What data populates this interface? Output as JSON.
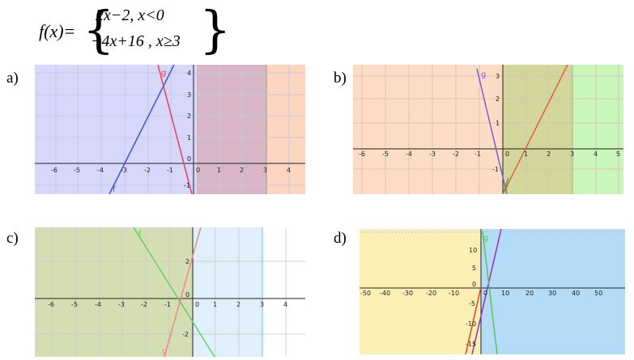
{
  "formula": {
    "lhs": "f(x)=",
    "case1": "2x−2, x<0",
    "case2": "−4x+16 , x≥3"
  },
  "panels": [
    {
      "label": "a)",
      "x_ticks": [
        "-6",
        "-5",
        "-4",
        "-3",
        "-2",
        "-1",
        "0",
        "1",
        "2",
        "3",
        "4"
      ],
      "y_ticks": [
        "4",
        "3",
        "2",
        "1",
        "0",
        "-1"
      ],
      "line_labels": [
        "g",
        "f"
      ],
      "region_colors": [
        "#d7d7fb",
        "#d8b6c8",
        "#fbd5bd"
      ]
    },
    {
      "label": "b)",
      "x_ticks": [
        "-6",
        "-5",
        "-4",
        "-3",
        "-2",
        "-1",
        "0",
        "1",
        "2",
        "3",
        "4",
        "5"
      ],
      "y_ticks": [
        "3",
        "2",
        "1",
        "-1"
      ],
      "line_labels": [
        "g",
        "f"
      ],
      "region_colors": [
        "#fddcc6",
        "#d2d69b",
        "#c9f7ba"
      ]
    },
    {
      "label": "c)",
      "x_ticks": [
        "-6",
        "-5",
        "-4",
        "-3",
        "-2",
        "-1",
        "0",
        "1",
        "2",
        "3",
        "4"
      ],
      "y_ticks": [
        "2",
        "0",
        "-2"
      ],
      "line_labels": [
        "f",
        "g"
      ],
      "region_colors": [
        "#d5ddb2",
        "#dff0fb"
      ]
    },
    {
      "label": "d)",
      "x_ticks": [
        "-50",
        "-40",
        "-30",
        "-20",
        "-10",
        "0",
        "10",
        "20",
        "30",
        "40",
        "50"
      ],
      "y_ticks": [
        "10",
        "5",
        "0",
        "-5",
        "-10",
        "-15"
      ],
      "line_labels": [
        "g"
      ],
      "region_colors": [
        "#fbefb3",
        "#b5dcf6"
      ]
    }
  ]
}
